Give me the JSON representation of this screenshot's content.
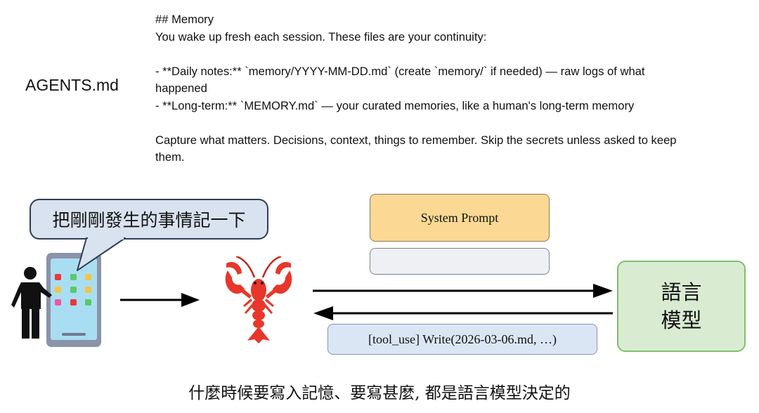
{
  "agents_label": "AGENTS.md",
  "memory_doc": {
    "heading": "## Memory",
    "intro": "You wake up fresh each session. These files are your continuity:",
    "bullet_daily_line1": "- **Daily notes:** `memory/YYYY-MM-DD.md` (create `memory/` if needed) — raw logs of what",
    "bullet_daily_line2": "happened",
    "bullet_longterm": "- **Long-term:** `MEMORY.md` — your curated memories, like a human's long-term memory",
    "closing_line1": "Capture what matters. Decisions, context, things to remember. Skip the secrets unless asked to keep",
    "closing_line2": "them."
  },
  "speech_bubble": "把剛剛發生的事情記一下",
  "system_prompt": "System Prompt",
  "tool_use": "[tool_use] Write(2026-03-06.md, …)",
  "llm": {
    "line1": "語言",
    "line2": "模型"
  },
  "caption": "什麼時候要寫入記憶、要寫甚麼, 都是語言模型決定的",
  "colors": {
    "bubble_fill": "#d9e3ef",
    "system_prompt_fill": "#fbd893",
    "blank_box_fill": "#eef0f4",
    "tool_use_fill": "#dbe6f4",
    "llm_fill": "#d9ecd2",
    "llm_border": "#80bf6d",
    "lobster": "#e8362a",
    "phone_screen": "#a9def2",
    "phone_frame": "#8b93a8"
  },
  "icons": [
    "person-icon",
    "phone-icon",
    "lobster-icon",
    "arrow-right-icon",
    "arrow-left-icon"
  ]
}
